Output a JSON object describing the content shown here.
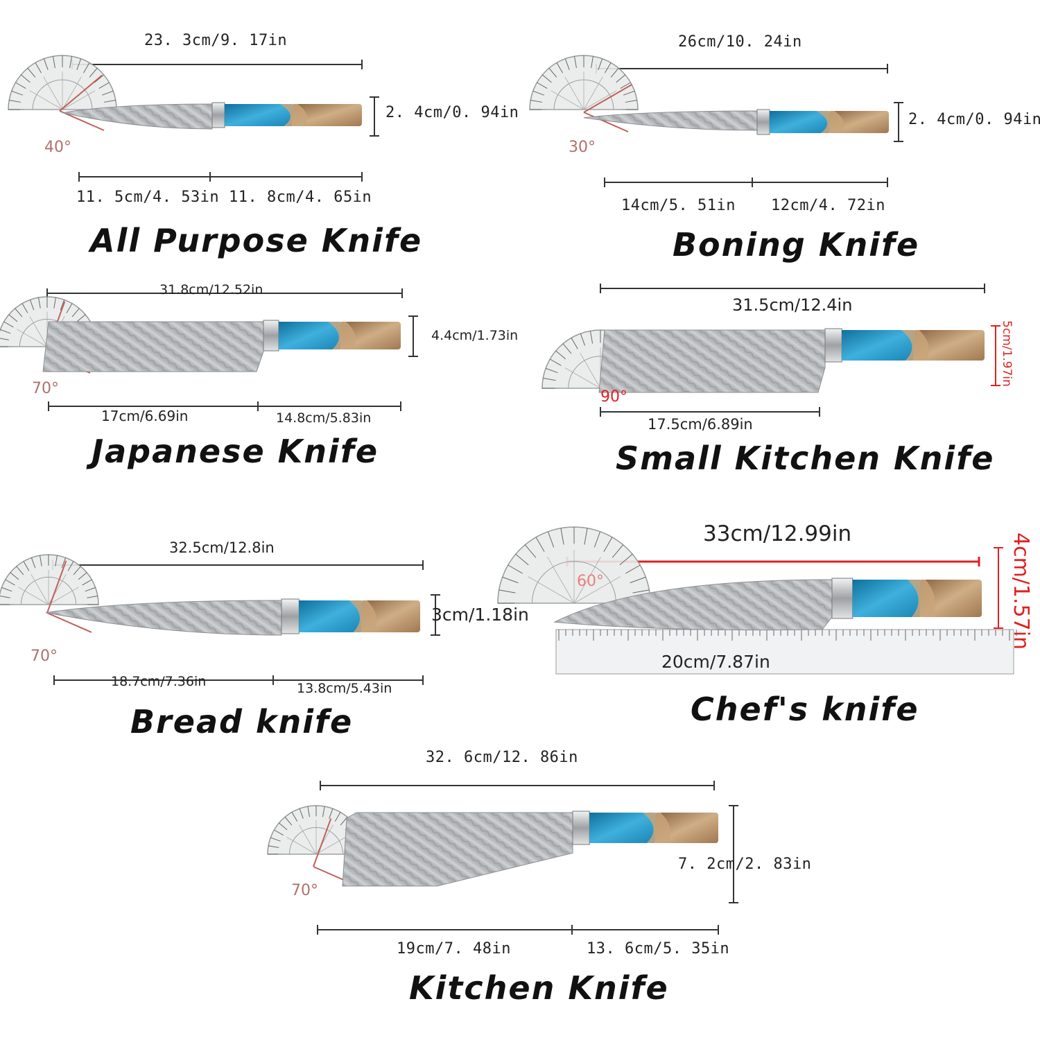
{
  "colors": {
    "steel": "#b9bcbf",
    "resin": "#1f8fc0",
    "wood": "#b48d62",
    "bolster": "#d8dadc",
    "angle_text": "#b0706a",
    "red": "#e02020"
  },
  "knives": [
    {
      "name": "All Purpose Knife",
      "total": "23. 3cm/9. 17in",
      "height": "2. 4cm/0. 94in",
      "blade": "11. 5cm/4. 53in",
      "handle": "11. 8cm/4. 65in",
      "angle": "40°"
    },
    {
      "name": "Boning Knife",
      "total": "26cm/10. 24in",
      "height": "2. 4cm/0. 94in",
      "blade": "14cm/5. 51in",
      "handle": "12cm/4. 72in",
      "angle": "30°"
    },
    {
      "name": "Japanese Knife",
      "total": "31.8cm/12.52in",
      "height": "4.4cm/1.73in",
      "blade": "17cm/6.69in",
      "handle": "14.8cm/5.83in",
      "angle": "70°"
    },
    {
      "name": "Small Kitchen Knife",
      "total": "31.5cm/12.4in",
      "height": "5cm/1.97in",
      "blade": "17.5cm/6.89in",
      "angle": "90°"
    },
    {
      "name": "Bread knife",
      "total": "32.5cm/12.8in",
      "height": "3cm/1.18in",
      "blade": "18.7cm/7.36in",
      "handle": "13.8cm/5.43in",
      "angle": "70°"
    },
    {
      "name": "Chef's knife",
      "total": "33cm/12.99in",
      "height": "4cm/1.57in",
      "blade": "20cm/7.87in",
      "angle": "60°"
    },
    {
      "name": "Kitchen Knife",
      "total": "32. 6cm/12. 86in",
      "height": "7. 2cm/2. 83in",
      "blade": "19cm/7. 48in",
      "handle": "13. 6cm/5. 35in",
      "angle": "70°"
    }
  ]
}
